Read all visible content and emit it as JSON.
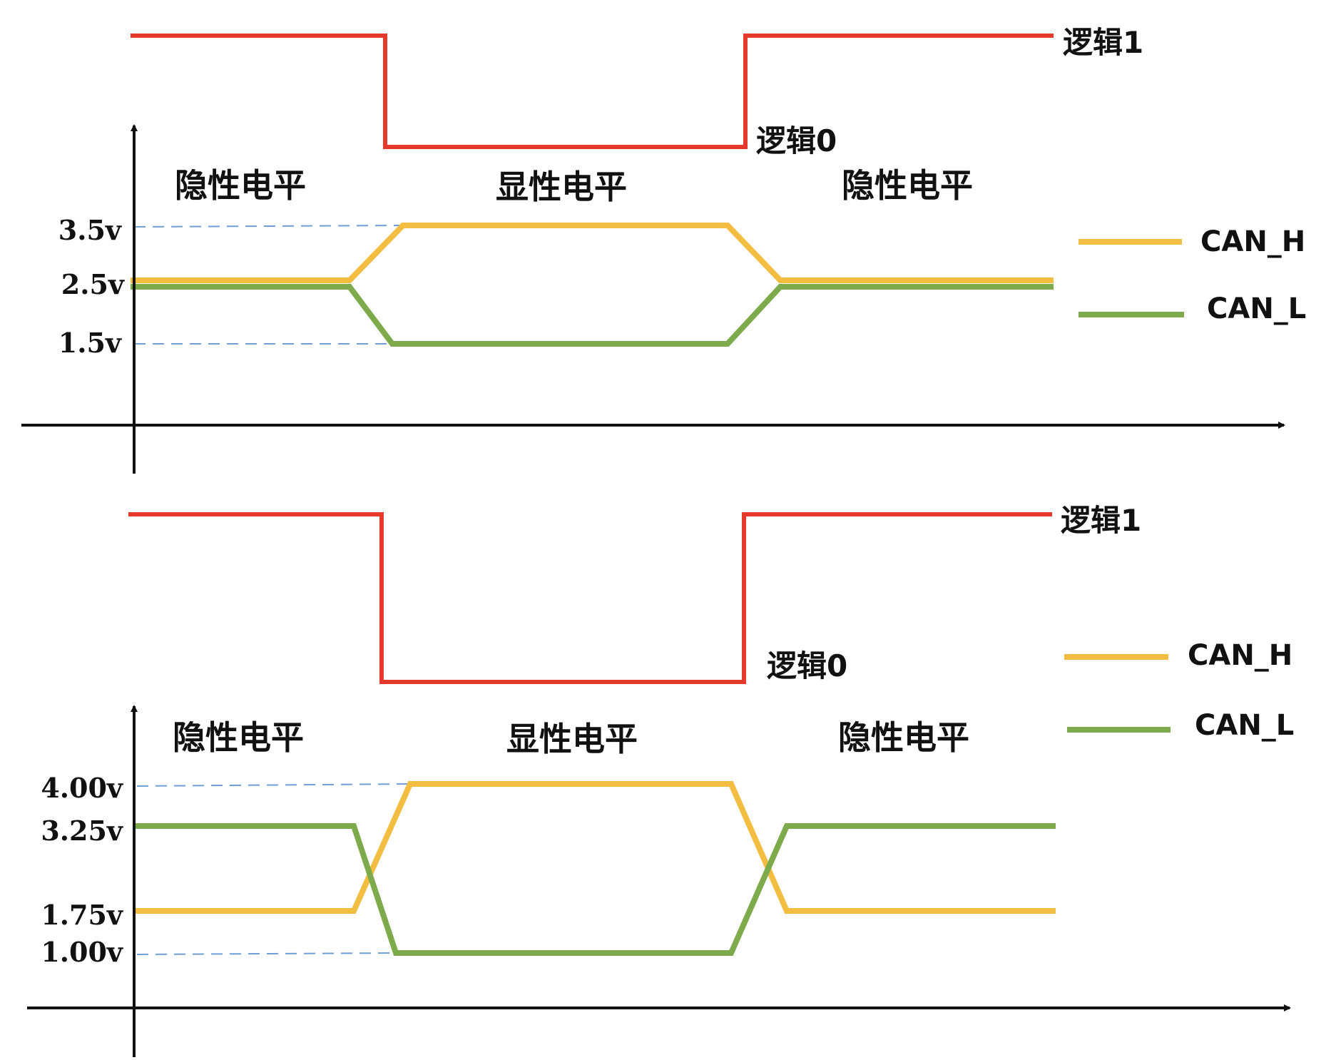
{
  "colors": {
    "logic": "#e53a2b",
    "can_h": "#f3bd41",
    "can_l": "#7daa4a",
    "axis": "#111111",
    "guide": "#6f9fd6"
  },
  "panels": [
    {
      "logic_high_label": "逻辑1",
      "logic_low_label": "逻辑0",
      "states": [
        "隐性电平",
        "显性电平",
        "隐性电平"
      ],
      "voltage_ticks": [
        {
          "label": "3.5v",
          "value": 3.5,
          "guide": true
        },
        {
          "label": "2.5v",
          "value": 2.5,
          "guide": false
        },
        {
          "label": "1.5v",
          "value": 1.5,
          "guide": true
        }
      ],
      "legend": [
        {
          "name": "CAN_H",
          "series": "can_h"
        },
        {
          "name": "CAN_L",
          "series": "can_l"
        }
      ],
      "recessive": {
        "can_h": 2.5,
        "can_l": 2.5
      },
      "dominant": {
        "can_h": 3.5,
        "can_l": 1.5
      }
    },
    {
      "logic_high_label": "逻辑1",
      "logic_low_label": "逻辑0",
      "states": [
        "隐性电平",
        "显性电平",
        "隐性电平"
      ],
      "voltage_ticks": [
        {
          "label": "4.00v",
          "value": 4.0,
          "guide": true
        },
        {
          "label": "3.25v",
          "value": 3.25,
          "guide": false
        },
        {
          "label": "1.75v",
          "value": 1.75,
          "guide": false
        },
        {
          "label": "1.00v",
          "value": 1.0,
          "guide": true
        }
      ],
      "legend": [
        {
          "name": "CAN_H",
          "series": "can_h"
        },
        {
          "name": "CAN_L",
          "series": "can_l"
        }
      ],
      "recessive": {
        "can_h": 1.75,
        "can_l": 3.25
      },
      "dominant": {
        "can_h": 4.0,
        "can_l": 1.0
      }
    }
  ]
}
